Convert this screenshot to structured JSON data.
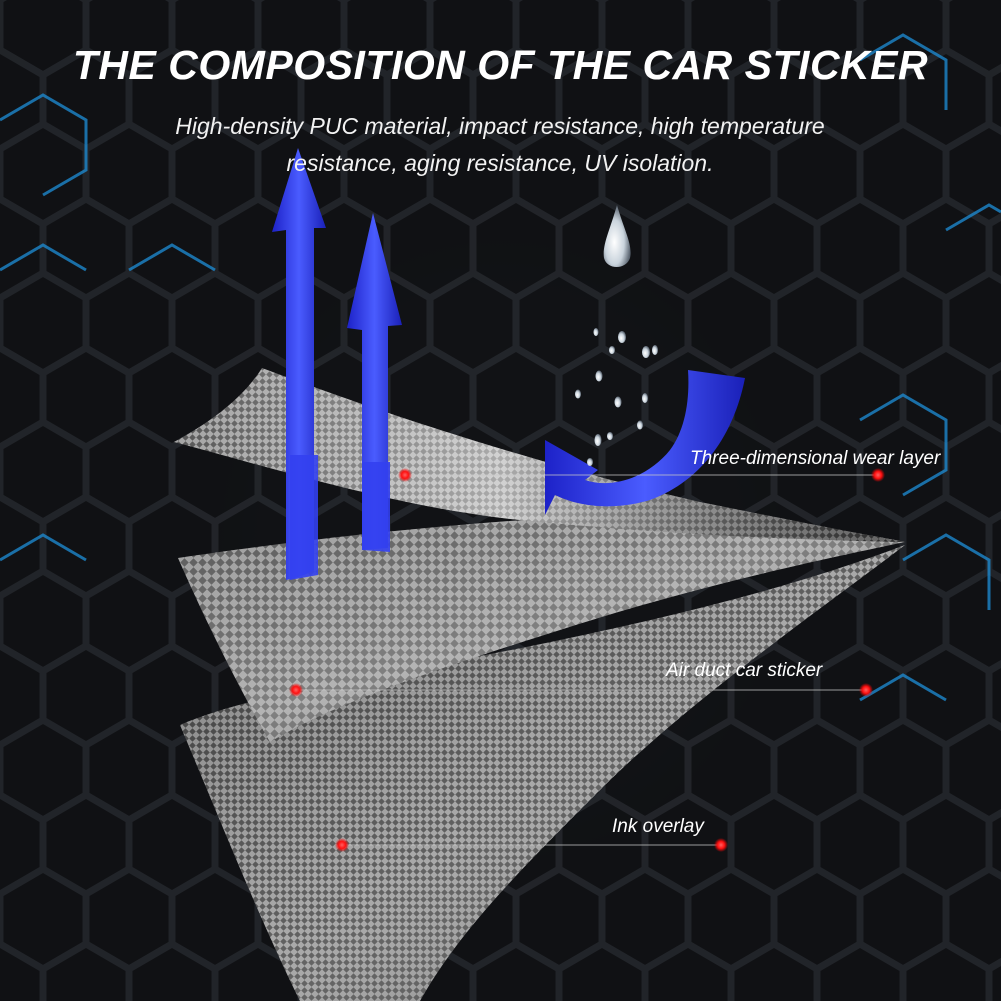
{
  "title": "THE COMPOSITION OF THE CAR STICKER",
  "subtitle_line1": "High-density PUC material, impact resistance, high temperature",
  "subtitle_line2": "resistance, aging resistance, UV isolation.",
  "layers": {
    "wear": "Three-dimensional wear layer",
    "air": "Air duct car sticker",
    "ink": "Ink overlay"
  },
  "icons": [
    "water-drop-icon",
    "up-arrow-icon",
    "curved-arrow-icon",
    "marker-dot-icon"
  ],
  "colors": {
    "background": "#0b0c0e",
    "hex_glow": "#1e90d6",
    "arrow_blue": "#2a35f2",
    "marker_red": "#ff2020",
    "text": "#ffffff"
  }
}
